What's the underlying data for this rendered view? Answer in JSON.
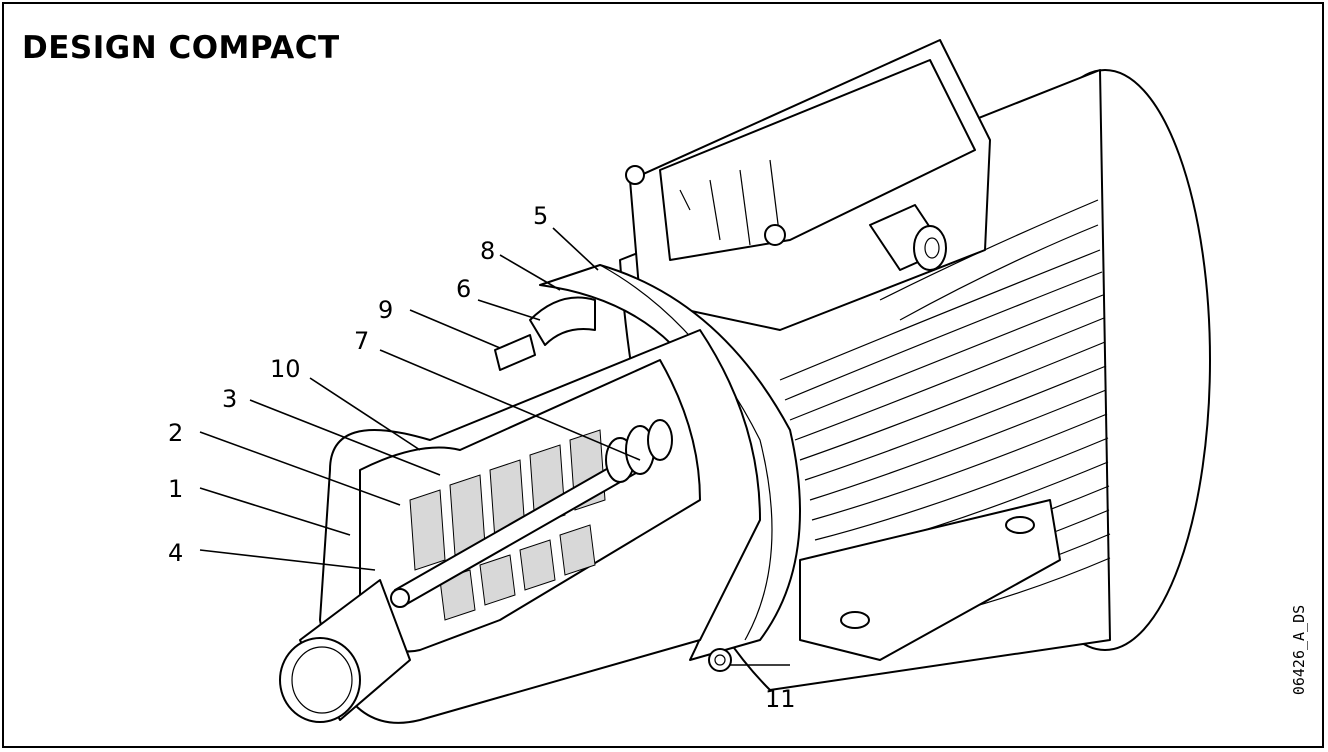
{
  "title": "DESIGN COMPACT",
  "drawing_code": "06426_A_DS",
  "callouts": [
    {
      "id": "1",
      "text": "1"
    },
    {
      "id": "2",
      "text": "2"
    },
    {
      "id": "3",
      "text": "3"
    },
    {
      "id": "4",
      "text": "4"
    },
    {
      "id": "5",
      "text": "5"
    },
    {
      "id": "6",
      "text": "6"
    },
    {
      "id": "7",
      "text": "7"
    },
    {
      "id": "8",
      "text": "8"
    },
    {
      "id": "9",
      "text": "9"
    },
    {
      "id": "10",
      "text": "10"
    },
    {
      "id": "11",
      "text": "11"
    }
  ]
}
